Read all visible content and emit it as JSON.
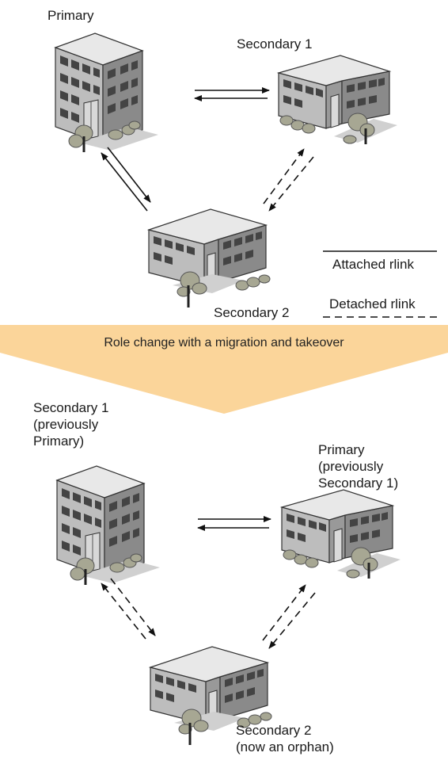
{
  "top": {
    "primary_label": "Primary",
    "secondary1_label": "Secondary 1",
    "secondary2_label": "Secondary 2"
  },
  "legend": {
    "attached": "Attached rlink",
    "detached": "Detached rlink"
  },
  "banner": {
    "text": "Role change with a migration and takeover"
  },
  "bottom": {
    "left_label": [
      "Secondary 1",
      "(previously",
      "Primary)"
    ],
    "right_label": [
      "Primary",
      "(previously",
      "Secondary 1)"
    ],
    "bottom_label": [
      "Secondary 2",
      "(now an orphan)"
    ]
  },
  "colors": {
    "banner": "#fbd59a",
    "building_roof": "#e6e6e6",
    "building_front": "#c4c4c4",
    "building_side": "#8e8e8e",
    "window": "#3a3a3a",
    "tree": "#9a9a88"
  }
}
